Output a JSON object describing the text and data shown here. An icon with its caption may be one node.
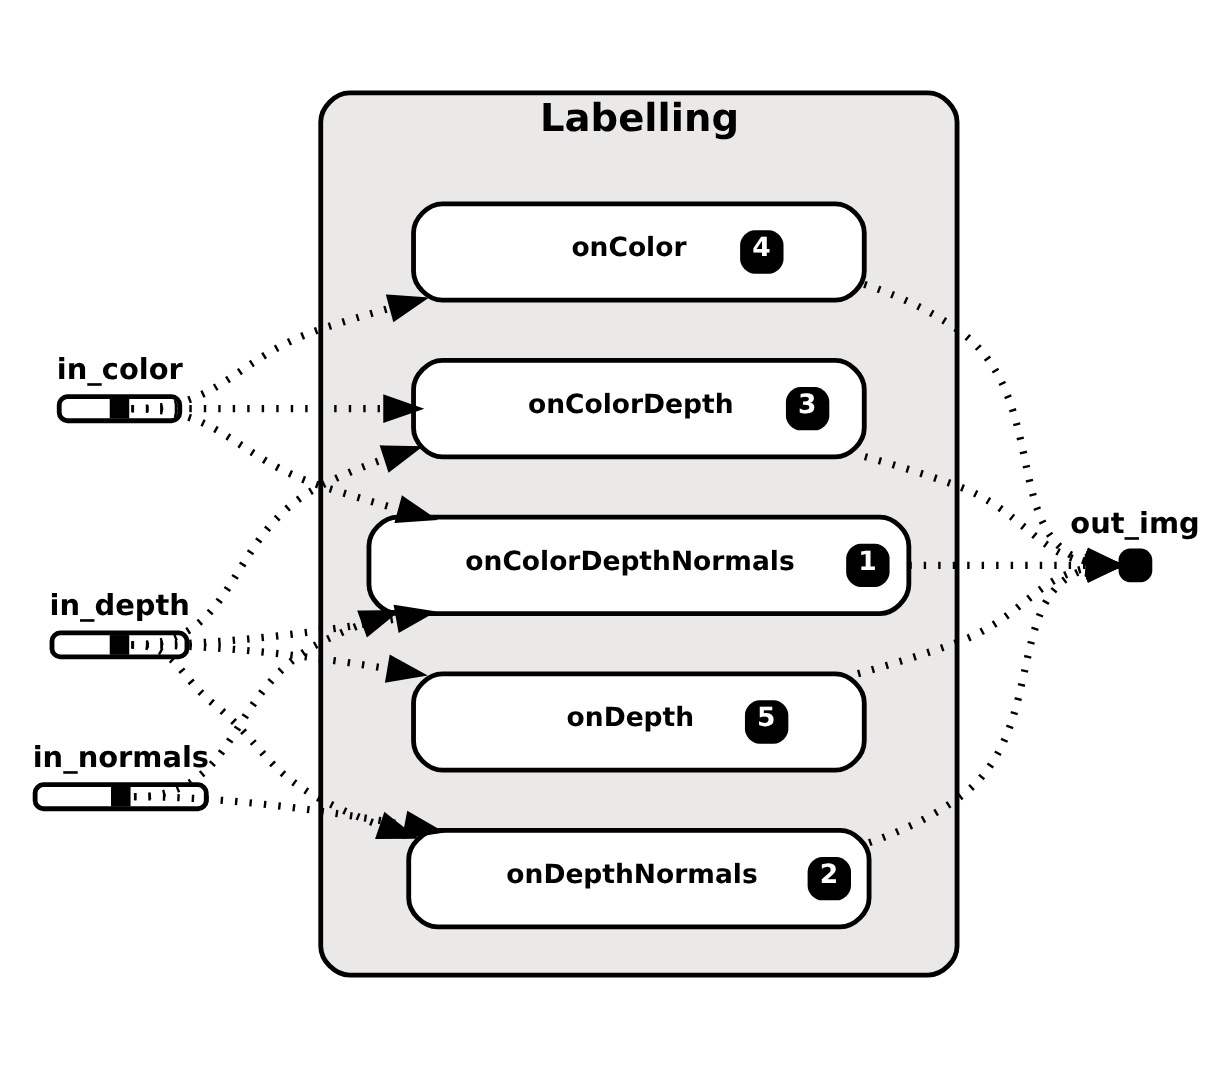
{
  "diagram": {
    "nodes": [
      {
        "text": [
          "Labelling"
        ]
      },
      {
        "text": [
          "in_color"
        ]
      },
      {
        "text": [
          "in_depth"
        ]
      },
      {
        "text": [
          "in_normals"
        ]
      },
      {
        "text": [
          "onDepth",
          "5"
        ],
        "in": 0
      },
      {
        "text": [
          "onColor",
          "4"
        ],
        "in": 0
      },
      {
        "text": [
          "onColorDepth",
          "3"
        ],
        "in": 0
      },
      {
        "text": [
          "onDepthNormals",
          "2"
        ],
        "in": 0
      },
      {
        "text": [
          "onColorDepthNormals",
          "1"
        ],
        "in": 0
      },
      {
        "text": [
          "out_img"
        ]
      }
    ],
    "edges": [
      {
        "from": 1,
        "to": 5,
        "arrow": "to",
        "style": "dashed"
      },
      {
        "from": 1,
        "to": 6,
        "arrow": "to",
        "style": "dashed"
      },
      {
        "from": 1,
        "to": 8,
        "arrow": "to",
        "style": "dashed"
      },
      {
        "from": 2,
        "to": 4,
        "arrow": "to",
        "style": "dashed"
      },
      {
        "from": 2,
        "to": 6,
        "arrow": "to",
        "style": "dashed"
      },
      {
        "from": 2,
        "to": 7,
        "arrow": "to",
        "style": "dashed"
      },
      {
        "from": 2,
        "to": 8,
        "arrow": "to",
        "style": "dashed"
      },
      {
        "from": 3,
        "to": 7,
        "arrow": "to",
        "style": "dashed"
      },
      {
        "from": 3,
        "to": 8,
        "arrow": "to",
        "style": "dashed"
      },
      {
        "from": 4,
        "to": 9,
        "arrow": "to",
        "style": "dashed"
      },
      {
        "from": 5,
        "to": 9,
        "arrow": "to",
        "style": "dashed"
      },
      {
        "from": 6,
        "to": 9,
        "arrow": "to",
        "style": "dashed"
      },
      {
        "from": 7,
        "to": 9,
        "arrow": "to",
        "style": "dashed"
      },
      {
        "from": 8,
        "to": 9,
        "arrow": "to",
        "style": "dashed"
      }
    ]
  }
}
